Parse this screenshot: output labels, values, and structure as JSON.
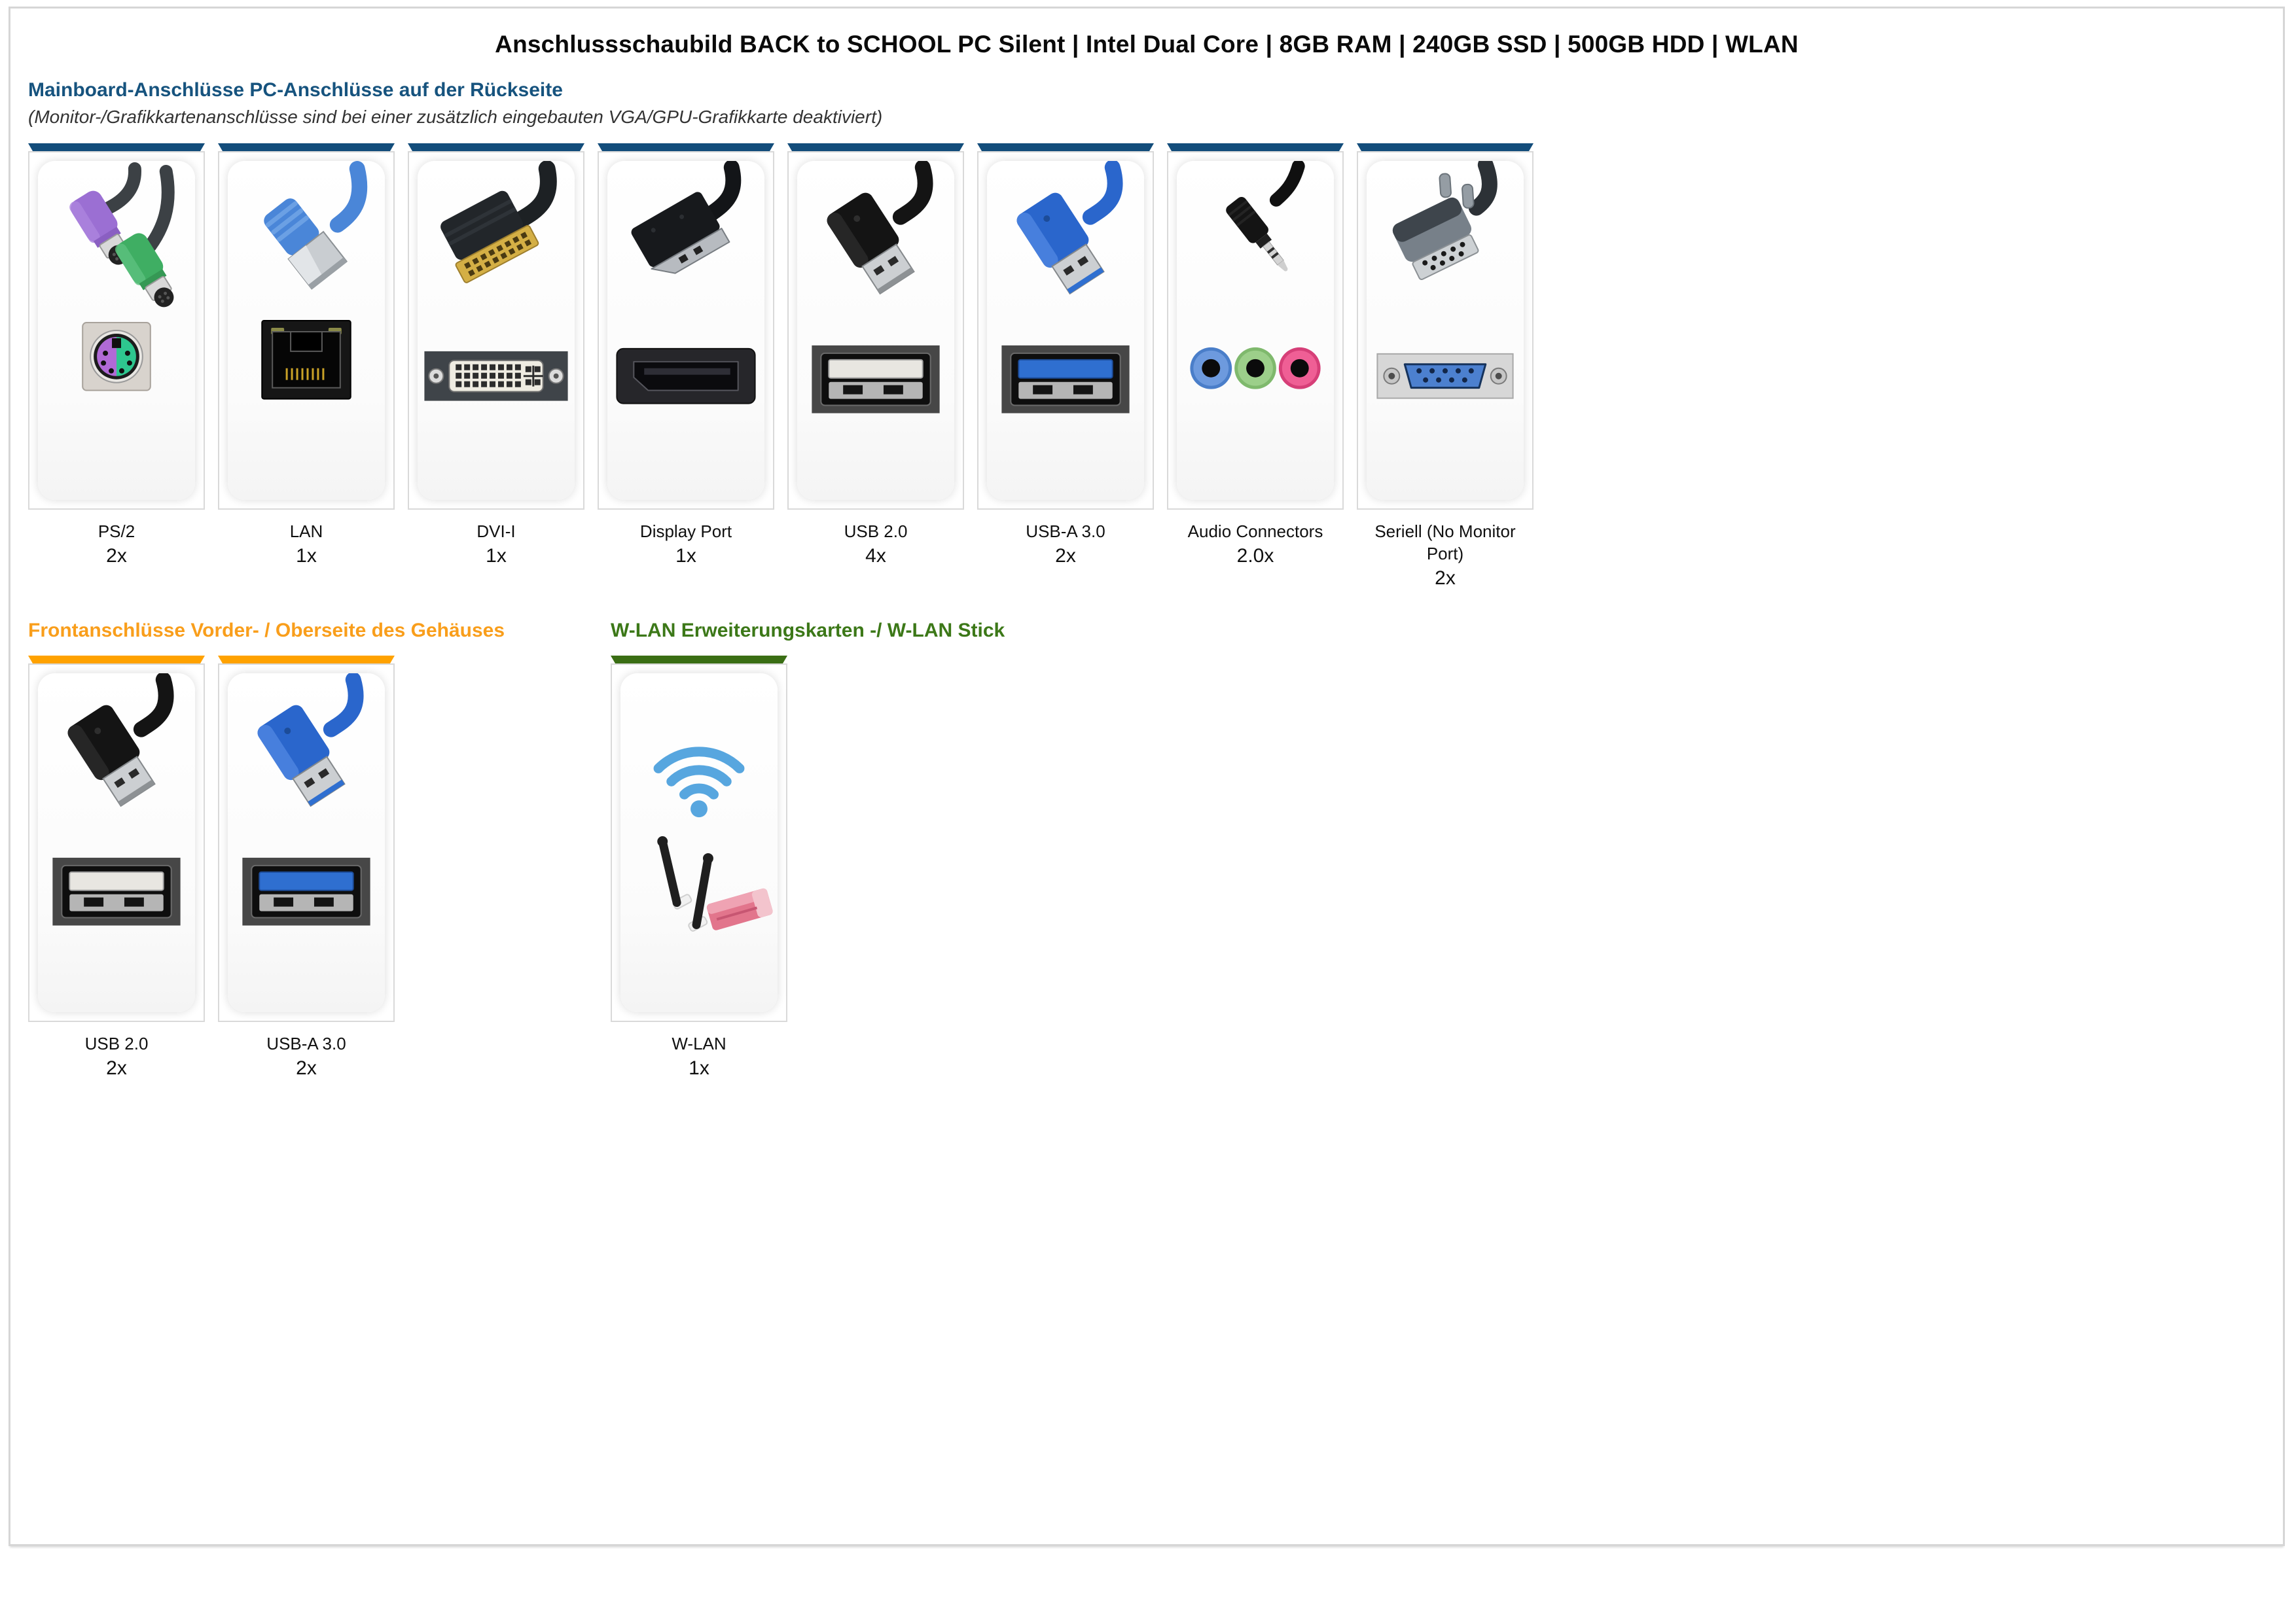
{
  "page": {
    "title": "Anschlussschaubild BACK to SCHOOL PC Silent | Intel Dual Core | 8GB RAM | 240GB SSD | 500GB HDD | WLAN"
  },
  "colors": {
    "back_accent": "#134d7b",
    "front_accent": "#ffa200",
    "wlan_accent": "#3a6e14",
    "heading_blue": "#16537e",
    "heading_orange": "#f99e1b",
    "heading_green": "#3c7818",
    "page_border": "#d6d6d6"
  },
  "sections": {
    "back": {
      "heading": "Mainboard-Anschlüsse PC-Anschlüsse auf der Rückseite",
      "note": "(Monitor-/Grafikkartenanschlüsse sind bei einer zusätzlich eingebauten VGA/GPU-Grafikkarte deaktiviert)",
      "cards": [
        {
          "label": "PS/2",
          "count": "2x",
          "icon": "ps2-connector-photo"
        },
        {
          "label": "LAN",
          "count": "1x",
          "icon": "lan-rj45-connector-photo"
        },
        {
          "label": "DVI-I",
          "count": "1x",
          "icon": "dvi-connector-photo"
        },
        {
          "label": "Display Port",
          "count": "1x",
          "icon": "displayport-connector-photo"
        },
        {
          "label": "USB 2.0",
          "count": "4x",
          "icon": "usb2-connector-photo"
        },
        {
          "label": "USB-A 3.0",
          "count": "2x",
          "icon": "usb3-connector-photo"
        },
        {
          "label": "Audio Connectors",
          "count": "2.0x",
          "icon": "audio-jacks-photo"
        },
        {
          "label": "Seriell (No Monitor Port)",
          "count": "2x",
          "icon": "serial-db9-connector-photo"
        }
      ]
    },
    "front": {
      "heading": "Frontanschlüsse Vorder- / Oberseite des Gehäuses",
      "cards": [
        {
          "label": "USB 2.0",
          "count": "2x",
          "icon": "usb2-connector-photo"
        },
        {
          "label": "USB-A 3.0",
          "count": "2x",
          "icon": "usb3-connector-photo"
        }
      ]
    },
    "wlan": {
      "heading": "W-LAN Erweiterungskarten -/ W-LAN Stick",
      "cards": [
        {
          "label": "W-LAN",
          "count": "1x",
          "icon": "wlan-adapter-photo"
        }
      ]
    }
  }
}
